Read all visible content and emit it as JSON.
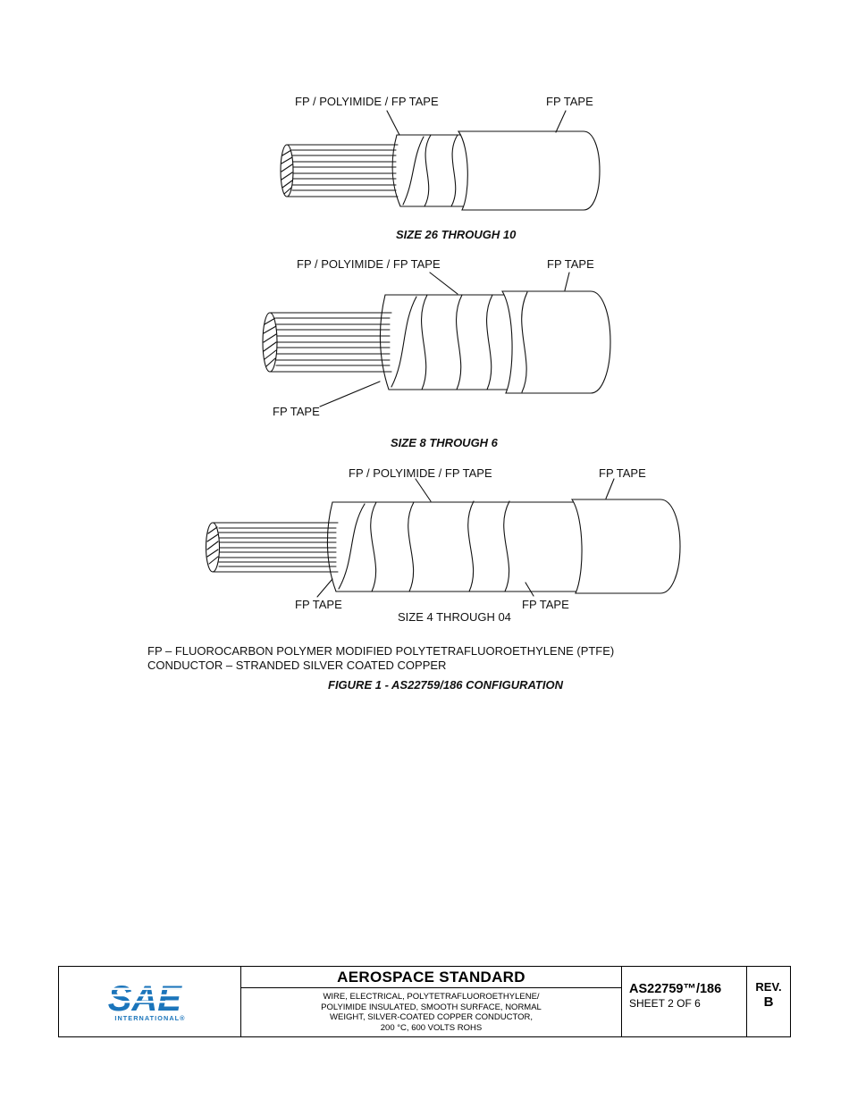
{
  "diagrams": [
    {
      "top_left_label": "FP / POLYIMIDE / FP TAPE",
      "top_right_label": "FP TAPE",
      "caption": "SIZE 26 THROUGH 10"
    },
    {
      "top_left_label": "FP / POLYIMIDE / FP TAPE",
      "top_right_label": "FP TAPE",
      "bottom_left_label": "FP TAPE",
      "caption": "SIZE 8 THROUGH 6"
    },
    {
      "top_left_label": "FP / POLYIMIDE / FP TAPE",
      "top_right_label": "FP TAPE",
      "bottom_left_label": "FP TAPE",
      "bottom_mid_label": "FP TAPE",
      "caption": "SIZE 4 THROUGH 04"
    }
  ],
  "notes": [
    "FP – FLUOROCARBON POLYMER MODIFIED POLYTETRAFLUOROETHYLENE (PTFE)",
    "CONDUCTOR – STRANDED SILVER COATED COPPER"
  ],
  "figure_caption": "FIGURE 1 - AS22759/186 CONFIGURATION",
  "title_block": {
    "logo_text": "SAE",
    "logo_sub": "INTERNATIONAL®",
    "standard_type": "AEROSPACE STANDARD",
    "subtitle_lines": [
      "WIRE, ELECTRICAL, POLYTETRAFLUOROETHYLENE/",
      "POLYIMIDE INSULATED, SMOOTH SURFACE, NORMAL",
      "WEIGHT, SILVER-COATED COPPER CONDUCTOR,",
      "200 °C, 600 VOLTS ROHS"
    ],
    "doc_number": "AS22759™/186",
    "sheet": "SHEET 2 OF 6",
    "rev_label": "REV.",
    "rev_value": "B"
  },
  "colors": {
    "sae_blue": "#1b75bb",
    "line": "#111111"
  }
}
